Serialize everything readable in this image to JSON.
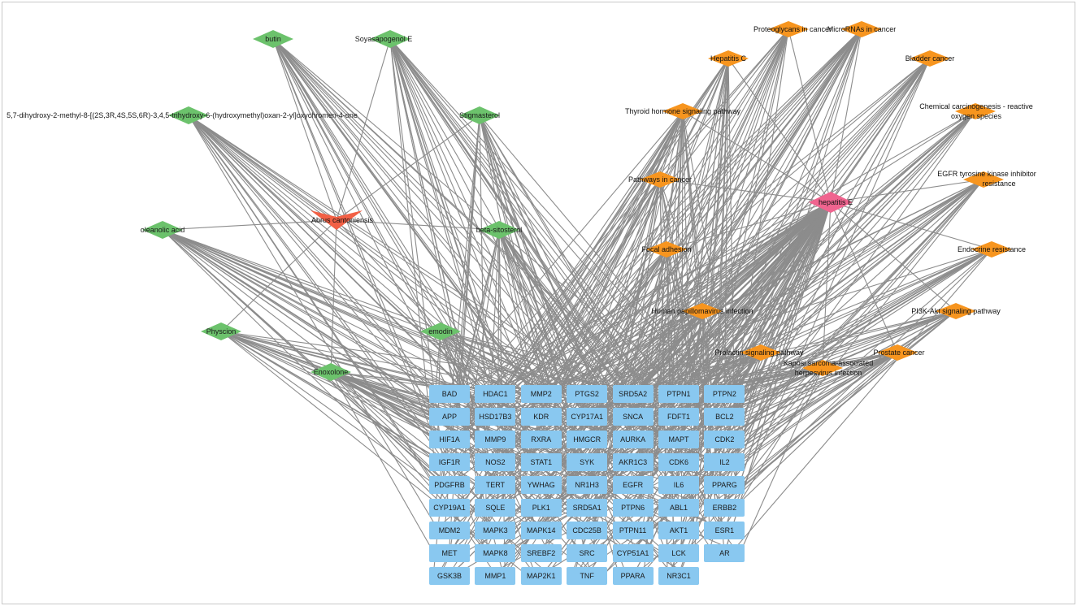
{
  "colors": {
    "edge": "#8c8c8c",
    "herb": "#f26045",
    "compound": "#6cc26c",
    "pathway": "#f7951f",
    "disease": "#f0648f",
    "target": "#89c8f0"
  },
  "herb": {
    "label": "Abrus cantoniensis",
    "shape": "v-shape"
  },
  "disease": {
    "label": "hepatitis E",
    "shape": "diamond"
  },
  "compounds": [
    {
      "id": "butin",
      "label": "butin"
    },
    {
      "id": "soyasapogenol-e",
      "label": "Soyasapogenol E"
    },
    {
      "id": "dihydroxy-chromenone",
      "label": "5,7-dihydroxy-2-methyl-8-[(2S,3R,4S,5S,6R)-3,4,5-trihydroxy-6-(hydroxymethyl)oxan-2-yl]oxychromen-4-one"
    },
    {
      "id": "stigmasterol",
      "label": "Stigmasterol"
    },
    {
      "id": "oleanolic-acid",
      "label": "oleanolic acid"
    },
    {
      "id": "beta-sitosterol",
      "label": "beta-sitosterol"
    },
    {
      "id": "physcion",
      "label": "Physcion"
    },
    {
      "id": "emodin",
      "label": "emodin"
    },
    {
      "id": "enoxolone",
      "label": "Enoxolone"
    }
  ],
  "pathways": [
    {
      "id": "proteoglycans",
      "label": "Proteoglycans in cancer"
    },
    {
      "id": "micrornas",
      "label": "MicroRNAs in cancer"
    },
    {
      "id": "hepatitis-c",
      "label": "Hepatitis C"
    },
    {
      "id": "bladder-cancer",
      "label": "Bladder cancer"
    },
    {
      "id": "thyroid",
      "label": "Thyroid hormone signaling pathway"
    },
    {
      "id": "chem-carcinogenesis",
      "label": "Chemical carcinogenesis - reactive oxygen species"
    },
    {
      "id": "pathways-cancer",
      "label": "Pathways in cancer"
    },
    {
      "id": "egfr-tki",
      "label": "EGFR tyrosine kinase inhibitor resistance"
    },
    {
      "id": "focal-adhesion",
      "label": "Focal adhesion"
    },
    {
      "id": "endocrine",
      "label": "Endocrine resistance"
    },
    {
      "id": "hpv",
      "label": "Human papillomavirus infection"
    },
    {
      "id": "pi3k",
      "label": "PI3K-Akt signaling pathway"
    },
    {
      "id": "prolactin",
      "label": "Prolactin signaling pathway"
    },
    {
      "id": "kshv",
      "label": "Kaposi sarcoma-associated herpesvirus infection"
    },
    {
      "id": "prostate",
      "label": "Prostate cancer"
    }
  ],
  "targets": [
    [
      "BAD",
      "HDAC1",
      "MMP2",
      "PTGS2",
      "SRD5A2",
      "PTPN1",
      "PTPN2"
    ],
    [
      "APP",
      "HSD17B3",
      "KDR",
      "CYP17A1",
      "SNCA",
      "FDFT1",
      "BCL2"
    ],
    [
      "HIF1A",
      "MMP9",
      "RXRA",
      "HMGCR",
      "AURKA",
      "MAPT",
      "CDK2"
    ],
    [
      "IGF1R",
      "NOS2",
      "STAT1",
      "SYK",
      "AKR1C3",
      "CDK6",
      "IL2"
    ],
    [
      "PDGFRB",
      "TERT",
      "YWHAG",
      "NR1H3",
      "EGFR",
      "IL6",
      "PPARG"
    ],
    [
      "CYP19A1",
      "SQLE",
      "PLK1",
      "SRD5A1",
      "PTPN6",
      "ABL1",
      "ERBB2"
    ],
    [
      "MDM2",
      "MAPK3",
      "MAPK14",
      "CDC25B",
      "PTPN11",
      "AKT1",
      "ESR1"
    ],
    [
      "MET",
      "MAPK8",
      "SREBF2",
      "SRC",
      "CYP51A1",
      "LCK",
      "AR"
    ],
    [
      "GSK3B",
      "MMP1",
      "MAP2K1",
      "TNF",
      "PPARA",
      "NR3C1"
    ]
  ]
}
